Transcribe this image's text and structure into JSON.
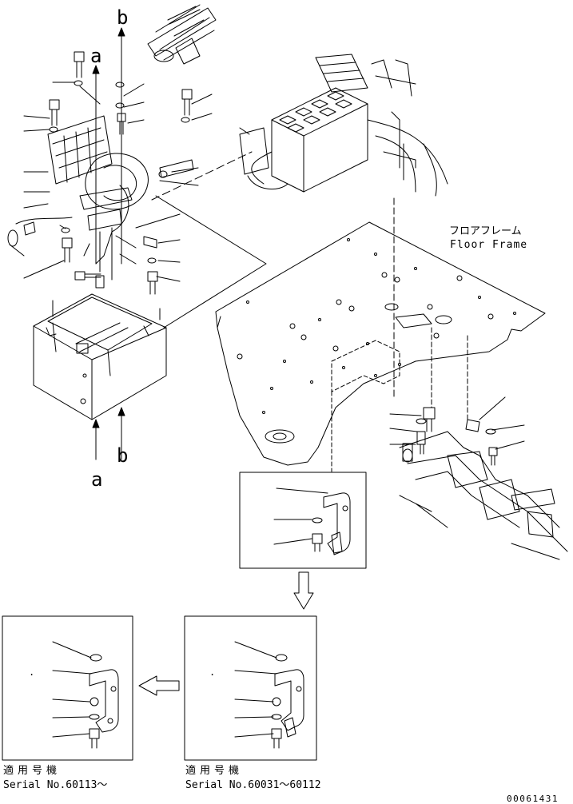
{
  "labels": {
    "callout_a_top": "a",
    "callout_b_top": "b",
    "callout_a_bottom": "a",
    "callout_b_bottom": "b",
    "floor_frame_jp": "フロアフレーム",
    "floor_frame_en": "Floor Frame",
    "left_panel_title_jp": "適用号機",
    "left_panel_serial": "Serial No.60113～",
    "right_panel_title_jp": "適用号機",
    "right_panel_serial": "Serial No.60031～60112",
    "drawing_number": "00061431",
    "panel_dot_left": ".",
    "panel_dot_right": "."
  }
}
